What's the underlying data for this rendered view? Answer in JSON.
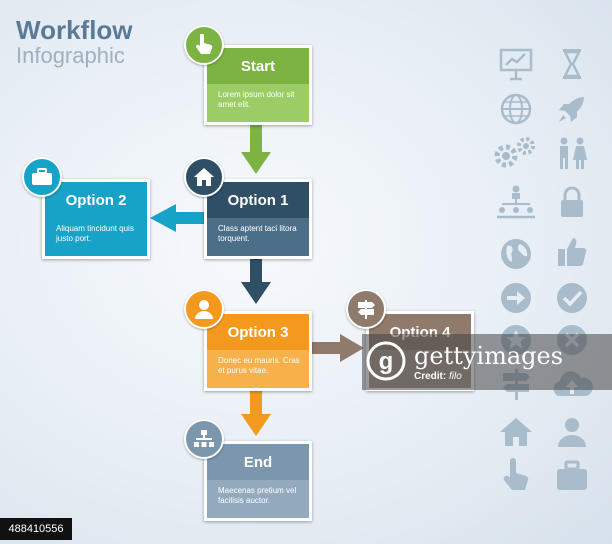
{
  "title": {
    "line1": "Workflow",
    "line2": "Infographic"
  },
  "nodes": {
    "start": {
      "label": "Start",
      "text": "Lorem ipsum dolor sit amet elit.",
      "head_color": "#7cb342",
      "body_color": "#9ccc65",
      "icon": "pointer-hand-icon"
    },
    "option1": {
      "label": "Option 1",
      "text": "Class aptent taci litora torquent.",
      "head_color": "#2e4f66",
      "body_color": "#4b6f89",
      "icon": "home-icon"
    },
    "option2": {
      "label": "Option 2",
      "text": "Aliquam tincidunt quis justo port.",
      "head_color": "#17a2c8",
      "body_color": "#17a2c8",
      "icon": "briefcase-icon"
    },
    "option3": {
      "label": "Option 3",
      "text": "Donec eu mauris. Cras et purus vitae.",
      "head_color": "#f39a1e",
      "body_color": "#f6b14b",
      "icon": "person-icon"
    },
    "option4": {
      "label": "Option 4",
      "text": "",
      "head_color": "#8f7a6c",
      "body_color": "#a6968b",
      "icon": "signpost-icon"
    },
    "end": {
      "label": "End",
      "text": "Maecenas pretium vel facilisis auctor.",
      "head_color": "#7b96ad",
      "body_color": "#93aabe",
      "icon": "org-chart-icon"
    }
  },
  "arrows": [
    {
      "from": "start",
      "to": "option1",
      "color": "#7cb342"
    },
    {
      "from": "option1",
      "to": "option2",
      "color": "#17a2c8"
    },
    {
      "from": "option1",
      "to": "option3",
      "color": "#2e4f66"
    },
    {
      "from": "option3",
      "to": "option4",
      "color": "#8f7a6c"
    },
    {
      "from": "option3",
      "to": "end",
      "color": "#f39a1e"
    }
  ],
  "side_icons": [
    "presentation-chart-icon",
    "hourglass-icon",
    "globe-grid-icon",
    "rocket-icon",
    "gears-icon",
    "man-woman-icon",
    "hierarchy-icon",
    "padlock-icon",
    "earth-icon",
    "thumbs-up-icon",
    "arrow-right-circle-icon",
    "checkmark-circle-icon",
    "star-circle-icon",
    "x-circle-icon",
    "signpost-icon",
    "cloud-icon",
    "house-icon",
    "user-icon",
    "pointer-hand-icon",
    "briefcase-icon"
  ],
  "watermark": {
    "brand": "gettyimages",
    "credit_prefix": "Credit:",
    "credit_name": "filo"
  },
  "image_id": "488410556"
}
